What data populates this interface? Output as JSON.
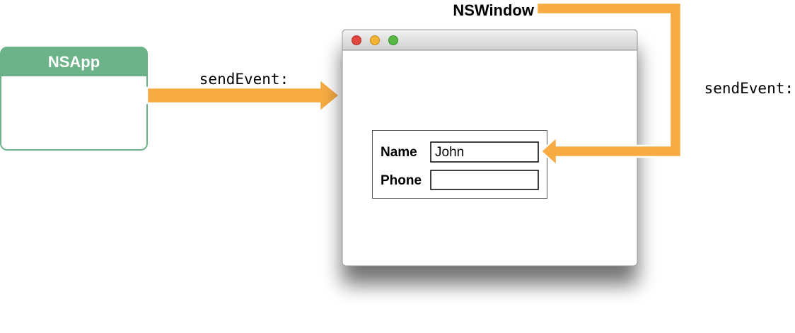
{
  "nsapp": {
    "title": "NSApp",
    "header_color": "#6db38a",
    "border_color": "#6db38a"
  },
  "window": {
    "title_label": "NSWindow",
    "traffic_lights": [
      {
        "name": "close-button",
        "color": "#e0443e"
      },
      {
        "name": "minimize-button",
        "color": "#f2b233"
      },
      {
        "name": "zoom-button",
        "color": "#58b845"
      }
    ]
  },
  "form": {
    "fields": [
      {
        "label": "Name",
        "value": "John"
      },
      {
        "label": "Phone",
        "value": ""
      }
    ]
  },
  "arrows": {
    "left_label": "sendEvent:",
    "right_label": "sendEvent:",
    "color": "#f7ab42"
  }
}
